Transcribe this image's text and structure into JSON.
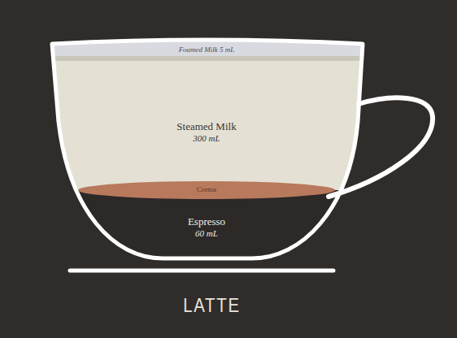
{
  "diagram": {
    "title": "LATTE",
    "nodes": [
      {
        "text": [
          "Foamed Milk 5 mL"
        ]
      },
      {
        "text": [
          "Steamed Milk",
          "300 mL"
        ]
      },
      {
        "text": [
          "Crema"
        ]
      },
      {
        "text": [
          "Espresso",
          "60 mL"
        ]
      }
    ]
  }
}
